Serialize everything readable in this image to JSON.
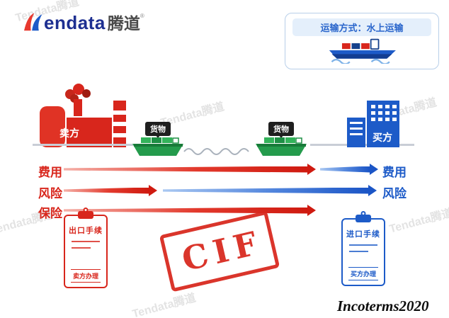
{
  "brand": {
    "logo_text": "endata",
    "logo_cn": "腾道",
    "registered": "®"
  },
  "watermark": {
    "text": "Tendata腾道"
  },
  "transport": {
    "label": "运输方式：水上运输"
  },
  "seller": {
    "label": "卖方"
  },
  "buyer": {
    "label": "买方"
  },
  "cargo": {
    "label": "货物"
  },
  "rows": {
    "cost": {
      "left_label": "费用",
      "right_label": "费用"
    },
    "risk": {
      "left_label": "风险",
      "right_label": "风险"
    },
    "insurance": {
      "left_label": "保险"
    }
  },
  "export_doc": {
    "title": "出口手续",
    "footer": "卖方办理"
  },
  "import_doc": {
    "title": "进口手续",
    "footer": "买方办理"
  },
  "stamp": {
    "text": "CIF"
  },
  "footnote": {
    "text": "Incoterms2020"
  },
  "colors": {
    "red": "#d8261c",
    "blue": "#1d5bc8",
    "green": "#249b4c",
    "panel_border": "#b8cfe9"
  }
}
